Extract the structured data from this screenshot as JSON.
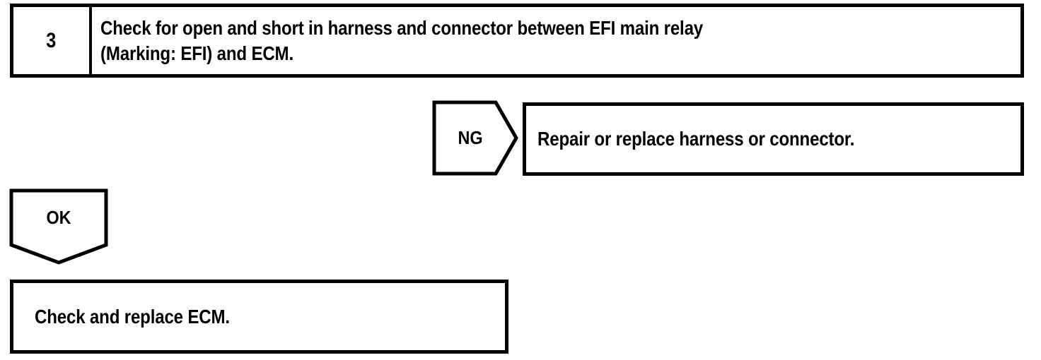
{
  "diagram": {
    "type": "troubleshooting-flowchart",
    "title": "EFI main relay / ECM harness check step",
    "stroke_color": "#000000",
    "background_color": "#ffffff",
    "step": {
      "number": "3",
      "instruction": "Check for open and short in harness and connector between EFI main relay\n(Marking: EFI) and ECM."
    },
    "branches": [
      {
        "result_label": "NG",
        "arrow_direction": "right",
        "outcome": "Repair or replace harness or connector."
      },
      {
        "result_label": "OK",
        "arrow_direction": "down",
        "outcome": "Check and replace ECM."
      }
    ]
  }
}
